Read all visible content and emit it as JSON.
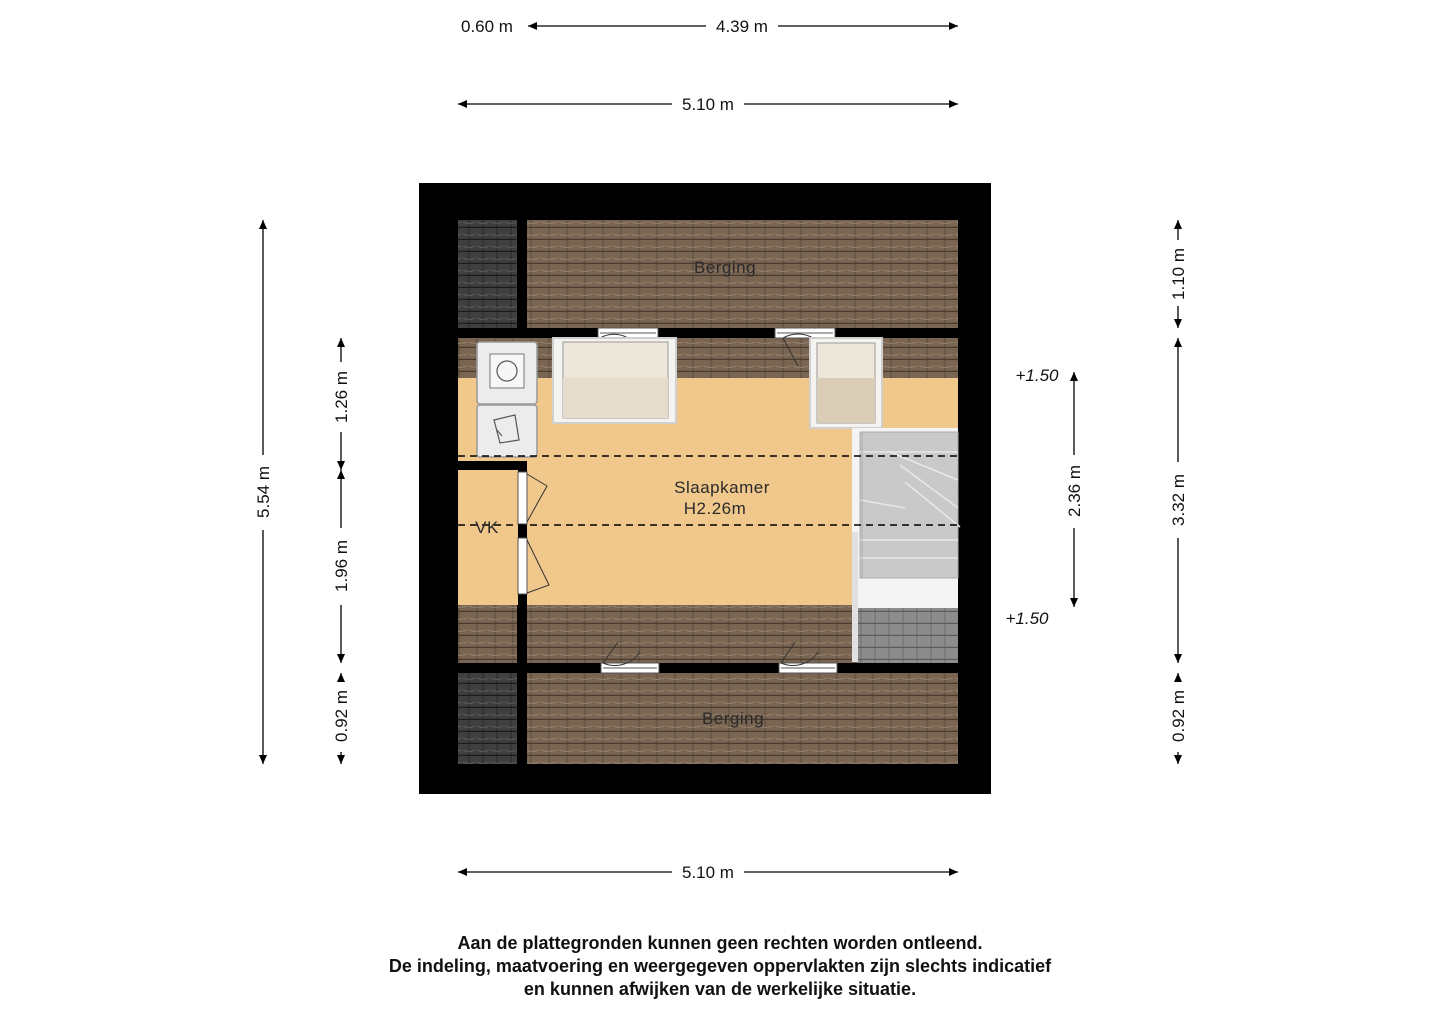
{
  "dimensions": {
    "top_left": "0.60 m",
    "top_right": "4.39 m",
    "top_total": "5.10 m",
    "bottom_total": "5.10 m",
    "left_total": "5.54 m",
    "left_upper": "1.26 m",
    "left_middle": "1.96 m",
    "left_lower": "0.92 m",
    "right_upper": "1.10 m",
    "right_middle": "3.32 m",
    "right_lower": "0.92 m",
    "right_stair": "2.36 m"
  },
  "rooms": {
    "storage_top": "Berging",
    "storage_bottom": "Berging",
    "bedroom": "Slaapkamer",
    "bedroom_height": "H2.26m",
    "closet": "VK"
  },
  "elevations": {
    "upper": "+1.50",
    "lower": "+1.50"
  },
  "disclaimer": {
    "line1": "Aan de plattegronden kunnen geen rechten worden ontleend.",
    "line2": "De indeling, maatvoering en weergegeven oppervlakten zijn slechts indicatief",
    "line3": "en kunnen afwijken van de werkelijke situatie."
  },
  "colors": {
    "wall": "#000000",
    "floor": "#f0c88c",
    "roof_tile": "#76614f",
    "roof_tile_dark": "#3d3d3d",
    "stair": "#c9c9c9"
  }
}
